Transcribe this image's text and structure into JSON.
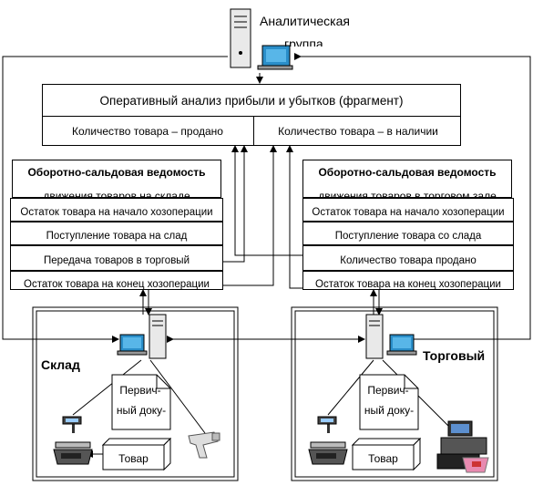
{
  "header": {
    "title_line1": "Аналитическая",
    "title_line2": "группа"
  },
  "report": {
    "title": "Оперативный анализ прибыли и убытков (фрагмент)",
    "col_sold": "Количество товара – продано",
    "col_stock": "Количество товара – в наличии"
  },
  "left_sheet": {
    "title": "Оборотно-сальдовая ведомость",
    "subtitle": "движения товаров на складе",
    "rows": [
      "Остаток товара на начало хозоперации",
      "Поступление товара на слад",
      "Передача товаров в торговый",
      "Остаток товара на конец хозоперации"
    ]
  },
  "right_sheet": {
    "title": "Оборотно-сальдовая ведомость",
    "subtitle": "движения товаров в торговом зале",
    "rows": [
      "Остаток товара на начало хозоперации",
      "Поступление товара со слада",
      "Количество товара продано",
      "Остаток товара на конец хозоперации"
    ]
  },
  "warehouse": {
    "label": "Склад",
    "doc_line1": "Первич-",
    "doc_line2": "ный доку-",
    "goods": "Товар"
  },
  "shop": {
    "label": "Торговый",
    "doc_line1": "Первич-",
    "doc_line2": "ный доку-",
    "goods": "Товар"
  },
  "icons": [
    "computer-icon",
    "scale-icon",
    "barcode-scanner-icon",
    "pos-terminal-icon"
  ]
}
